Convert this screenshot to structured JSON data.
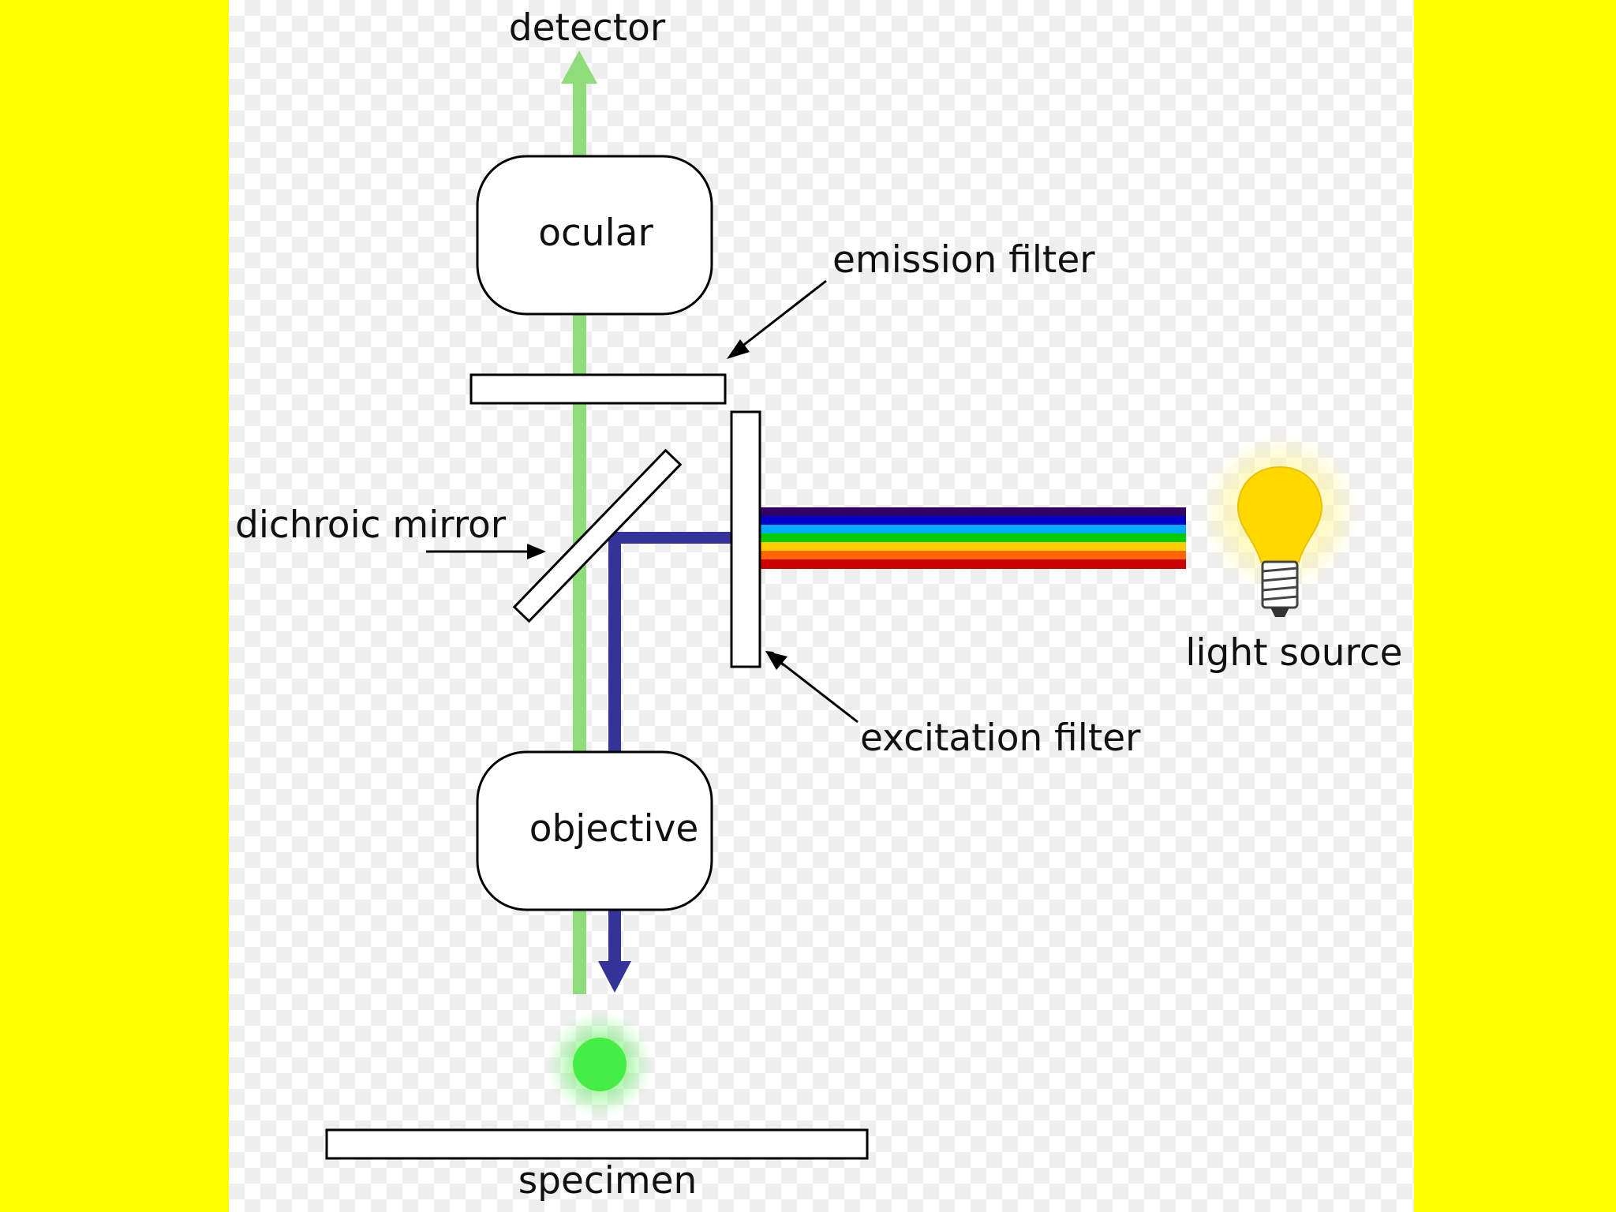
{
  "labels": {
    "detector": "detector",
    "ocular": "ocular",
    "emission_filter": "emission filter",
    "dichroic_mirror": "dichroic mirror",
    "light_source": "light source",
    "excitation_filter": "excitation filter",
    "objective": "objective",
    "specimen": "specimen"
  },
  "colors": {
    "page_background": "#ffff00",
    "emission_light": "#8edc7a",
    "excitation_light": "#333399",
    "specimen_glow": "#44ee44",
    "bulb": "#ffd800",
    "spectrum": [
      "#330066",
      "#0000cc",
      "#00aaff",
      "#00cc00",
      "#ffcc00",
      "#ff6600",
      "#cc0000"
    ]
  },
  "icons": {
    "light_source": "light-bulb-icon",
    "specimen_sample": "glowing-sample-icon"
  }
}
